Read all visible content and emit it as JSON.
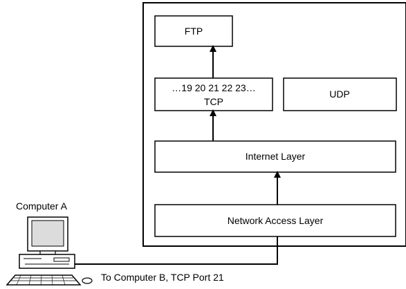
{
  "diagram": {
    "boxes": {
      "ftp": "FTP",
      "tcp_ports": "…19 20 21 22 23…",
      "tcp": "TCP",
      "udp": "UDP",
      "internet": "Internet Layer",
      "network_access": "Network Access Layer"
    },
    "computer_label": "Computer A",
    "connection_label": "To Computer B, TCP Port 21"
  }
}
